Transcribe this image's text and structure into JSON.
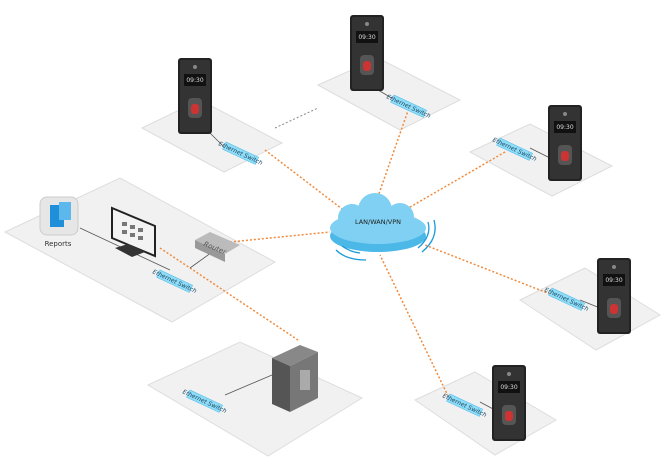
{
  "cloud": {
    "label": "LAN/WAN/VPN",
    "color": "#7fd0f2"
  },
  "reports": {
    "label": "Reports"
  },
  "router": {
    "label": "Router"
  },
  "switches": [
    {
      "label": "Ethernet Switch"
    },
    {
      "label": "Ethernet Switch"
    },
    {
      "label": "Ethernet Switch"
    },
    {
      "label": "Ethernet Switch"
    },
    {
      "label": "Ethernet Switch"
    },
    {
      "label": "Ethernet Switch"
    },
    {
      "label": "Ethernet Switch"
    }
  ],
  "terminals": [
    {
      "display": "09:30"
    },
    {
      "display": "09:30"
    },
    {
      "display": "09:30"
    },
    {
      "display": "09:30"
    },
    {
      "display": "09:30"
    }
  ],
  "colors": {
    "link": "#f08a3c",
    "platform": "#f1f1f1",
    "switch": "#8fdcf7"
  }
}
